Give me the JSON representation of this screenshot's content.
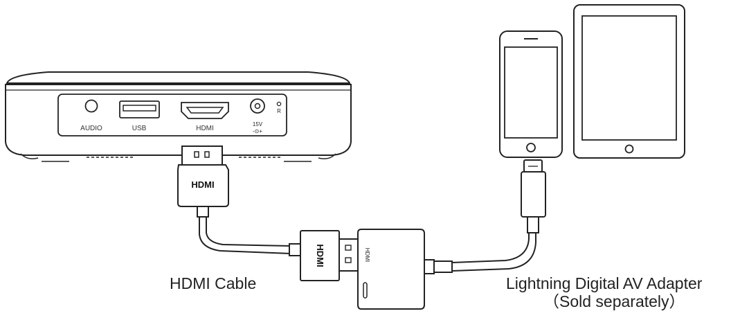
{
  "ports": {
    "audio": "AUDIO",
    "usb": "USB",
    "hdmi": "HDMI",
    "power_voltage": "15V",
    "power_polarity": "-⊙+",
    "reset": "R"
  },
  "plugs": {
    "hdmi_cable_plug": "HDMI",
    "adapter_hdmi_plug": "HDMI",
    "adapter_body_label": "HDMI"
  },
  "captions": {
    "hdmi_cable": "HDMI Cable",
    "adapter_line1": "Lightning Digital AV Adapter",
    "adapter_line2": "（Sold separately）"
  }
}
